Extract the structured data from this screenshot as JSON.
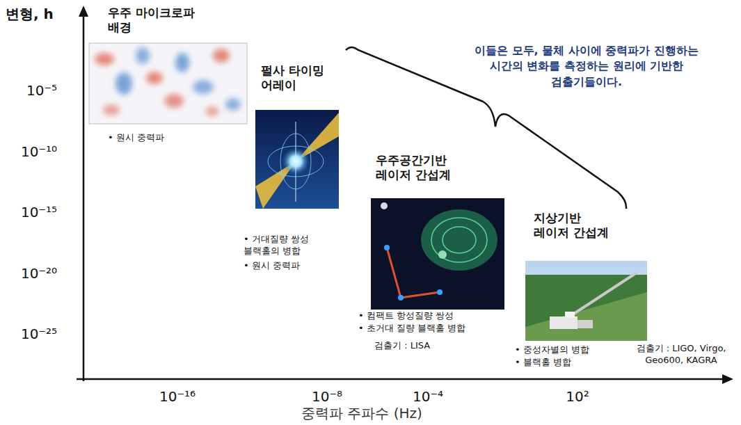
{
  "diagram": {
    "labels": [
      "변형, h",
      "10⁻⁵",
      "10⁻¹⁰",
      "10⁻¹⁵",
      "10⁻²⁰",
      "10⁻²⁵",
      "우주 마이크로파 배경",
      "• 원시 중력파",
      "펄사 타이밍 어레이",
      "• 거대질량 쌍성 블랙홀의 병합",
      "• 원시 중력파",
      "이들은 모두, 물체 사이에 중력파가 진행하는 시간의 변화를 측정하는 원리에 기반한 검출기들이다.",
      "우주공간기반 레이저 간섭계",
      "• 컴팩트 항성질량 쌍성",
      "• 초거대 질량 블랙홀 병합",
      "검출기 : LISA",
      "지상기반 레이저 간섭계",
      "• 중성자별의 병합",
      "• 블랙홀 병합",
      "검출기 : LIGO, Virgo, Geo600, KAGRA",
      "10⁻¹⁶",
      "10⁻⁸",
      "10⁻⁴",
      "10²",
      "중력파 주파수 (Hz)"
    ]
  }
}
